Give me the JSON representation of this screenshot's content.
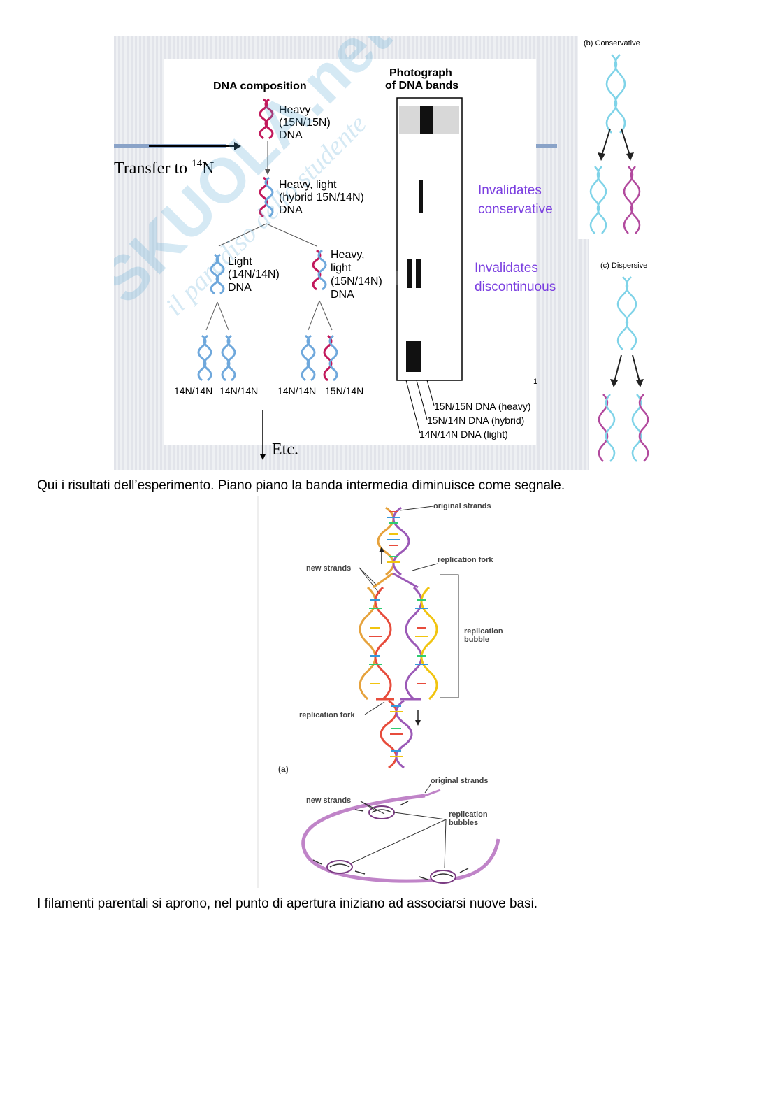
{
  "figure1": {
    "dna_composition_title": "DNA composition",
    "photo_title_line1": "Photograph",
    "photo_title_line2": "of DNA bands",
    "transfer_label": "Transfer to ",
    "transfer_sup": "14",
    "transfer_n": "N",
    "gen0": [
      "Heavy",
      "(15N/15N)",
      "DNA"
    ],
    "gen1": [
      "Heavy, light",
      "(hybrid 15N/14N)",
      "DNA"
    ],
    "gen2_left": [
      "Light",
      "(14N/14N)",
      "DNA"
    ],
    "gen2_right": [
      "Heavy,",
      "light",
      "(15N/14N)",
      "DNA"
    ],
    "gen3_labels": [
      "14N/14N",
      "14N/14N",
      "14N/14N",
      "15N/14N"
    ],
    "etc_label": "Etc.",
    "invalidates_conservative": [
      "Invalidates",
      "conservative"
    ],
    "invalidates_discontinuous": [
      "Invalidates",
      "discontinuous"
    ],
    "band_legend": [
      "15N/15N DNA (heavy)",
      "15N/14N DNA (hybrid)",
      "14N/14N DNA (light)"
    ],
    "stray_mark": "1",
    "conservative_label": "(b) Conservative",
    "dispersive_label": "(c) Dispersive",
    "colors": {
      "heavy": "#c2185b",
      "light": "#6fa8dc",
      "cyan": "#7fd3e8",
      "magenta": "#b24a9e",
      "purple_text": "#7b3fe0",
      "watermark": "#5aa9d6"
    }
  },
  "watermark": {
    "brand": "SKUOLA.net",
    "tagline": "il paradiso dello studente"
  },
  "caption1": "Qui i risultati dell’esperimento. Piano piano la banda intermedia diminuisce come segnale.",
  "figure2": {
    "original_strands": "original strands",
    "replication_fork_top": "replication fork",
    "new_strands": "new strands",
    "replication_bubble": [
      "replication",
      "bubble"
    ],
    "replication_fork_bottom": "replication fork",
    "panel_a": "(a)",
    "original_strands_b": "original strands",
    "new_strands_b": "new strands",
    "replication_bubbles": [
      "replication",
      "bubbles"
    ]
  },
  "caption2": "I filamenti parentali si aprono, nel punto di apertura iniziano ad associarsi nuove basi."
}
